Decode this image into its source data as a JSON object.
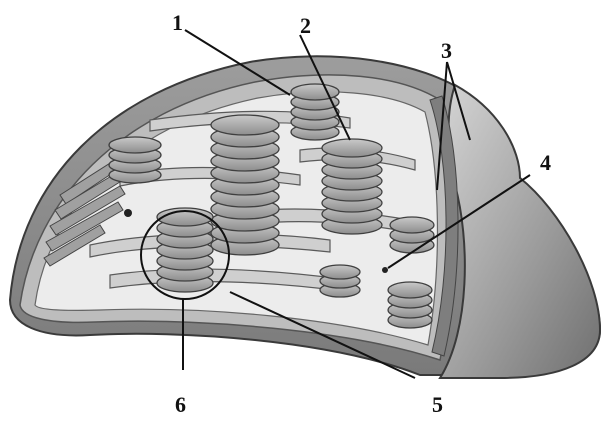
{
  "diagram": {
    "labels": [
      {
        "id": "label-1",
        "text": "1"
      },
      {
        "id": "label-2",
        "text": "2"
      },
      {
        "id": "label-3",
        "text": "3"
      },
      {
        "id": "label-4",
        "text": "4"
      },
      {
        "id": "label-5",
        "text": "5"
      },
      {
        "id": "label-6",
        "text": "6"
      }
    ],
    "colors": {
      "outer_membrane": "#8a8a8a",
      "inner_membrane": "#b8b8b8",
      "stroma": "#efefef",
      "thylakoid": "#a5a5a5",
      "thylakoid_edge": "#4a4a4a",
      "leader_line": "#111111"
    }
  }
}
